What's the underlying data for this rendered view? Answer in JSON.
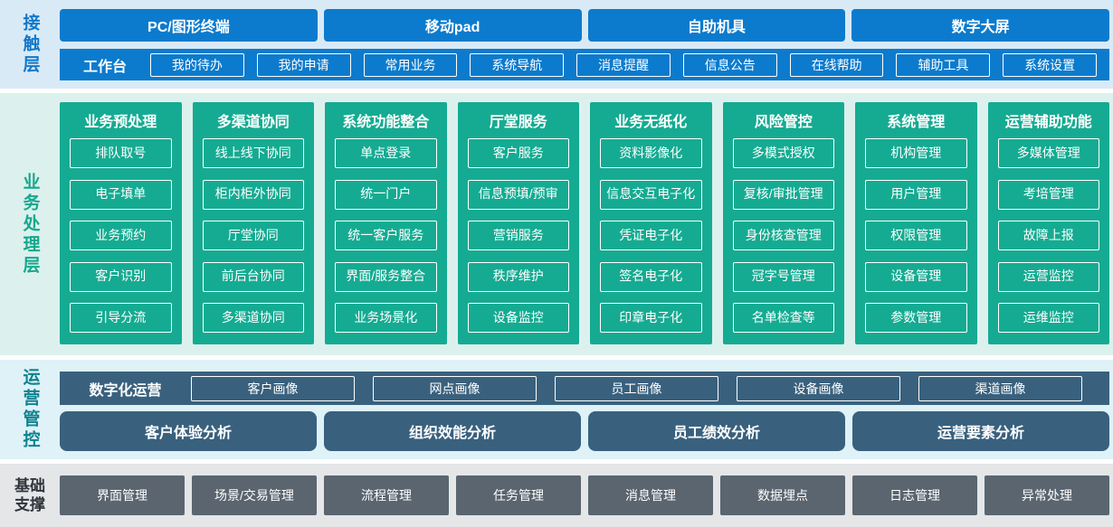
{
  "colors": {
    "contact_blue": "#0c7bcd",
    "contact_band_bg": "#d9eaf7",
    "contact_label": "#1478c9",
    "business_green": "#15ab92",
    "business_band_bg": "#dcf1ed",
    "business_label": "#17a78d",
    "ops_slate": "#39617e",
    "ops_band_bg": "#def2f8",
    "ops_label": "#0f828e",
    "foundation_gray": "#5a656f",
    "foundation_band_bg": "#e4e6e8",
    "foundation_label": "#2f353b"
  },
  "layers": {
    "contact": {
      "label": "接触层",
      "terminals": [
        "PC/图形终端",
        "移动pad",
        "自助机具",
        "数字大屏"
      ],
      "workbench": {
        "label": "工作台",
        "items": [
          "我的待办",
          "我的申请",
          "常用业务",
          "系统导航",
          "消息提醒",
          "信息公告",
          "在线帮助",
          "辅助工具",
          "系统设置"
        ]
      }
    },
    "business": {
      "label": "业务处理层",
      "columns": [
        {
          "title": "业务预处理",
          "items": [
            "排队取号",
            "电子填单",
            "业务预约",
            "客户识别",
            "引导分流"
          ]
        },
        {
          "title": "多渠道协同",
          "items": [
            "线上线下协同",
            "柜内柜外协同",
            "厅堂协同",
            "前后台协同",
            "多渠道协同"
          ]
        },
        {
          "title": "系统功能整合",
          "items": [
            "单点登录",
            "统一门户",
            "统一客户服务",
            "界面/服务整合",
            "业务场景化"
          ]
        },
        {
          "title": "厅堂服务",
          "items": [
            "客户服务",
            "信息预填/预审",
            "营销服务",
            "秩序维护",
            "设备监控"
          ]
        },
        {
          "title": "业务无纸化",
          "items": [
            "资料影像化",
            "信息交互电子化",
            "凭证电子化",
            "签名电子化",
            "印章电子化"
          ]
        },
        {
          "title": "风险管控",
          "items": [
            "多模式授权",
            "复核/审批管理",
            "身份核查管理",
            "冠字号管理",
            "名单检查等"
          ]
        },
        {
          "title": "系统管理",
          "items": [
            "机构管理",
            "用户管理",
            "权限管理",
            "设备管理",
            "参数管理"
          ]
        },
        {
          "title": "运营辅助功能",
          "items": [
            "多媒体管理",
            "考培管理",
            "故障上报",
            "运营监控",
            "运维监控"
          ]
        }
      ]
    },
    "operations": {
      "label": "运营管控",
      "digital": {
        "label": "数字化运营",
        "items": [
          "客户画像",
          "网点画像",
          "员工画像",
          "设备画像",
          "渠道画像"
        ]
      },
      "analysis": [
        "客户体验分析",
        "组织效能分析",
        "员工绩效分析",
        "运营要素分析"
      ]
    },
    "foundation": {
      "label": "基础支撑",
      "items": [
        "界面管理",
        "场景/交易管理",
        "流程管理",
        "任务管理",
        "消息管理",
        "数据埋点",
        "日志管理",
        "异常处理"
      ]
    }
  }
}
